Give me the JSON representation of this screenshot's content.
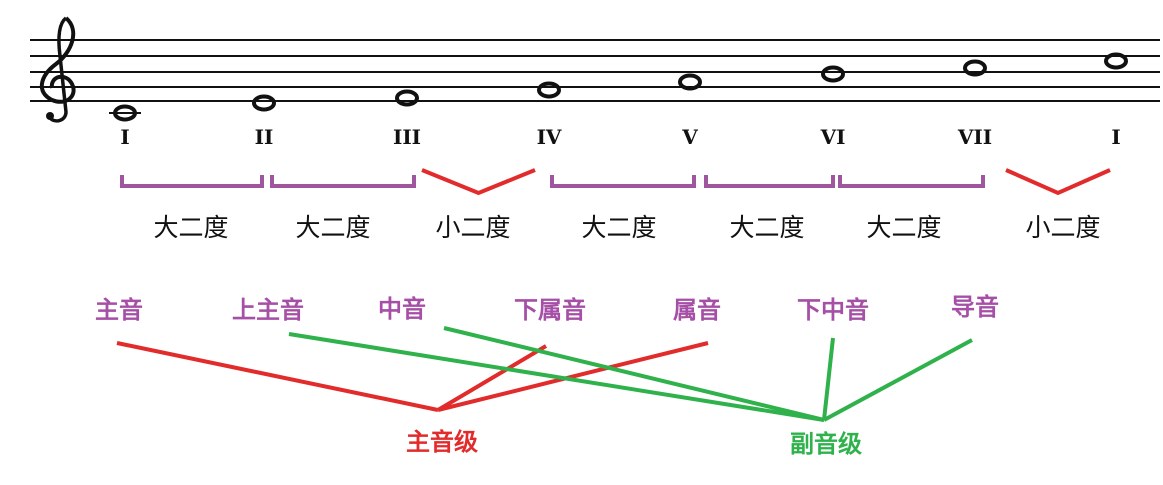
{
  "staff": {
    "clef_icon": "treble-clef-icon",
    "line_color": "#111111"
  },
  "numerals": [
    "I",
    "II",
    "III",
    "IV",
    "V",
    "VI",
    "VII",
    "I"
  ],
  "intervals": [
    {
      "label": "大二度",
      "kind": "major"
    },
    {
      "label": "大二度",
      "kind": "major"
    },
    {
      "label": "小二度",
      "kind": "minor"
    },
    {
      "label": "大二度",
      "kind": "major"
    },
    {
      "label": "大二度",
      "kind": "major"
    },
    {
      "label": "大二度",
      "kind": "major"
    },
    {
      "label": "小二度",
      "kind": "minor"
    }
  ],
  "degrees": [
    "主音",
    "上主音",
    "中音",
    "下属音",
    "属音",
    "下中音",
    "导音"
  ],
  "groups": {
    "primary": {
      "label": "主音级",
      "members": [
        "主音",
        "下属音",
        "属音"
      ]
    },
    "secondary": {
      "label": "副音级",
      "members": [
        "上主音",
        "中音",
        "下中音",
        "导音"
      ]
    }
  },
  "colors": {
    "bracket": "#a0559f",
    "minor": "#e22b2b",
    "degree_text": "#a54fa6",
    "primary": "#e22b2b",
    "secondary": "#2fb14b"
  }
}
